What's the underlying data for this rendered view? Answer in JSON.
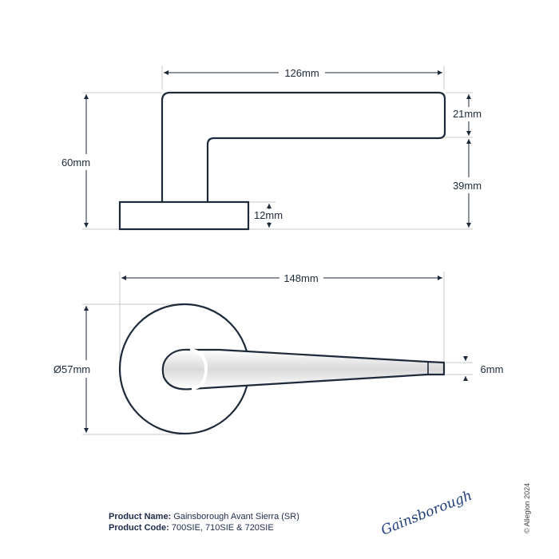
{
  "dimensions": {
    "side_width": "126mm",
    "side_lever_height": "21mm",
    "side_neck_height": "39mm",
    "side_total_height": "60mm",
    "side_rose_height": "12mm",
    "top_width": "148mm",
    "top_rose_diameter": "Ø57mm",
    "top_lever_tip": "6mm"
  },
  "product": {
    "name_label": "Product Name:",
    "name_value": "Gainsborough Avant Sierra (SR)",
    "code_label": "Product Code:",
    "code_value": "700SIE, 710SIE & 720SIE"
  },
  "logo": {
    "text": "Gainsborough"
  },
  "copyright": "© Allegion 2024",
  "colors": {
    "ink": "#1d2a3a",
    "guide": "#c8c8c8",
    "logo": "#1f3d7a"
  }
}
